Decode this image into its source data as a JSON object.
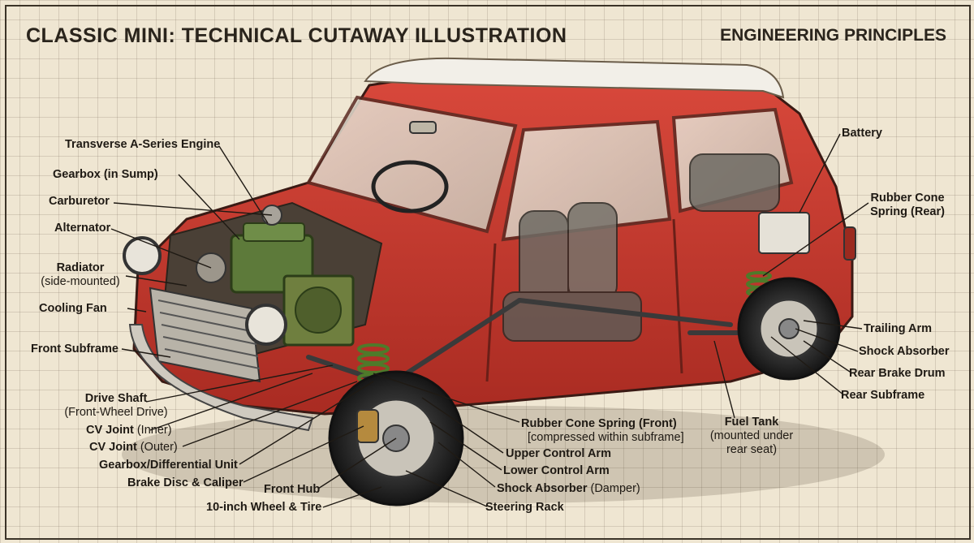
{
  "title": "CLASSIC MINI: TECHNICAL CUTAWAY ILLUSTRATION",
  "subtitle": "ENGINEERING PRINCIPLES",
  "labels": {
    "engine": "Transverse A-Series Engine",
    "gearbox_sump": "Gearbox (in Sump)",
    "carburetor": "Carburetor",
    "alternator": "Alternator",
    "radiator": "Radiator",
    "radiator_note": "(side-mounted)",
    "cooling_fan": "Cooling Fan",
    "front_subframe": "Front Subframe",
    "drive_shaft": "Drive Shaft",
    "drive_shaft_note": "(Front-Wheel Drive)",
    "cv_inner": "CV Joint",
    "cv_inner_note": "(Inner)",
    "cv_outer": "CV Joint",
    "cv_outer_note": "(Outer)",
    "gearbox_diff": "Gearbox/Differential Unit",
    "brake_disc": "Brake Disc & Caliper",
    "front_hub": "Front Hub",
    "wheel_tire": "10-inch Wheel & Tire",
    "rubber_cone_front": "Rubber Cone Spring (Front)",
    "rubber_cone_front_note": "[compressed within subframe]",
    "upper_arm": "Upper Control Arm",
    "lower_arm": "Lower Control Arm",
    "shock_front": "Shock Absorber",
    "shock_front_note": "(Damper)",
    "steering_rack": "Steering Rack",
    "fuel_tank": "Fuel Tank",
    "fuel_tank_note1": "(mounted under",
    "fuel_tank_note2": "rear seat)",
    "battery": "Battery",
    "rubber_cone_rear1": "Rubber Cone",
    "rubber_cone_rear2": "Spring (Rear)",
    "trailing_arm": "Trailing Arm",
    "shock_rear": "Shock Absorber",
    "rear_brake": "Rear Brake Drum",
    "rear_subframe": "Rear Subframe"
  },
  "colors": {
    "body_red": "#c8372d",
    "roof_white": "#f2efe8",
    "engine_green": "#5d7a3a",
    "ink": "#1f1a14",
    "paper": "#efe6d2"
  }
}
